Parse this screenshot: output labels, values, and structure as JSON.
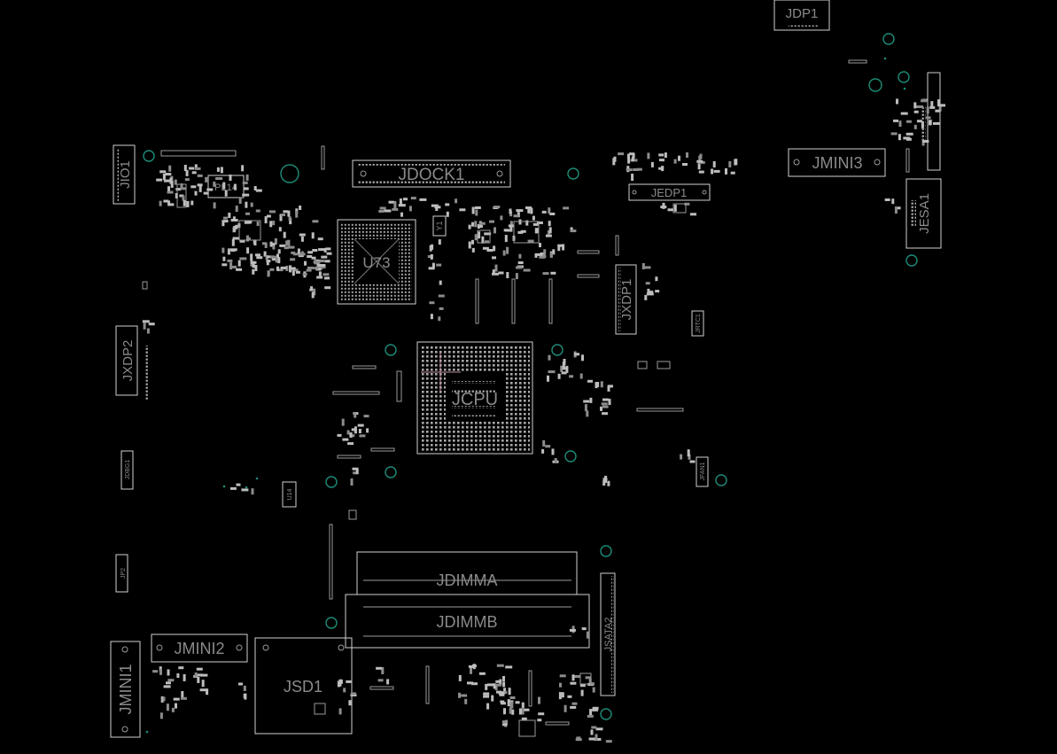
{
  "board": {
    "background": "#000000",
    "outline_color": "#cfcfcf",
    "hole_color": "#1d8c78",
    "labels": {
      "jdp1": "JDP1",
      "jdock1": "JDOCK1",
      "jmini3": "JMINI3",
      "jio1": "JIO1",
      "pl14": "PL14",
      "jedp1": "JEDP1",
      "u73": "U73",
      "y1": "Y1",
      "jxdp1": "JXDP1",
      "jesa1": "JESA1",
      "jxdp2": "JXDP2",
      "jcpu": "JCPU",
      "jdbg1": "JDBG1",
      "u14": "U14",
      "jfan1": "JFAN1",
      "jrtc1": "JRTC1",
      "jp2": "JP2",
      "jdimma": "JDIMMA",
      "jdimmb": "JDIMMB",
      "jsata2": "JSATA2",
      "jmini2": "JMINI2",
      "jsd1": "JSD1",
      "jmini1": "JMINI1"
    }
  }
}
